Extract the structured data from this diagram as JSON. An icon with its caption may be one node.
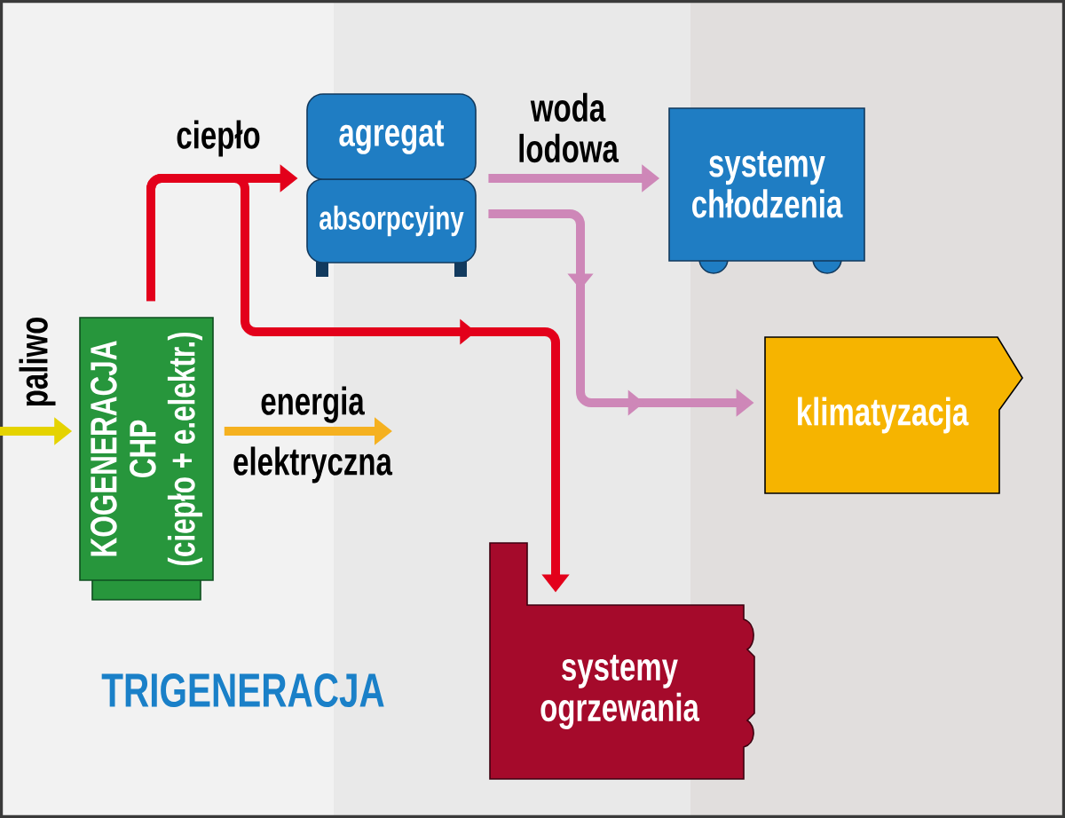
{
  "diagram": {
    "title": "TRIGENERACJA",
    "nodes": [
      {
        "text": [
          "KOGENERACJA CHP",
          "(ciepło + e.elektr.)"
        ]
      },
      {
        "text": [
          "agregat",
          "absorpcyjny"
        ]
      },
      {
        "text": [
          "systemy chłodzenia"
        ]
      },
      {
        "text": [
          "klimatyzacja"
        ]
      },
      {
        "text": [
          "systemy ogrzewania"
        ]
      }
    ],
    "edges": [
      {
        "from": null,
        "to": 0,
        "arrow": "to",
        "label": "paliwo",
        "color": "#e5d300"
      },
      {
        "from": 0,
        "to": null,
        "arrow": "to",
        "label": "energia elektryczna",
        "color": "#f5b120"
      },
      {
        "from": 0,
        "to": 1,
        "arrow": "to",
        "label": "ciepło",
        "color": "#e3001b"
      },
      {
        "from": 0,
        "to": 4,
        "arrow": "to",
        "color": "#e3001b"
      },
      {
        "from": 1,
        "to": 2,
        "arrow": "to",
        "label": "woda lodowa",
        "color": "#ce87b8"
      },
      {
        "from": 1,
        "to": 3,
        "arrow": "to",
        "color": "#ce87b8"
      }
    ]
  }
}
